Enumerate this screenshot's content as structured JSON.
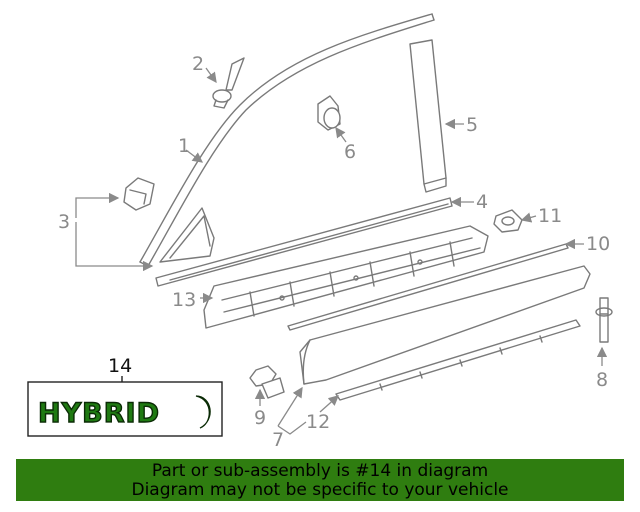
{
  "callouts": {
    "c1": "1",
    "c2": "2",
    "c3": "3",
    "c4": "4",
    "c5": "5",
    "c6": "6",
    "c7": "7",
    "c8": "8",
    "c9": "9",
    "c10": "10",
    "c11": "11",
    "c12": "12",
    "c13": "13",
    "c14": "14"
  },
  "emblem_text": "HYBRID",
  "banner": {
    "line1": "Part or sub-assembly is #14 in diagram",
    "line2": "Diagram may not be specific to your vehicle"
  },
  "colors": {
    "banner_bg": "#2f7d10",
    "emblem_green": "#1f7a12",
    "line_gray": "#7a7a7a"
  }
}
